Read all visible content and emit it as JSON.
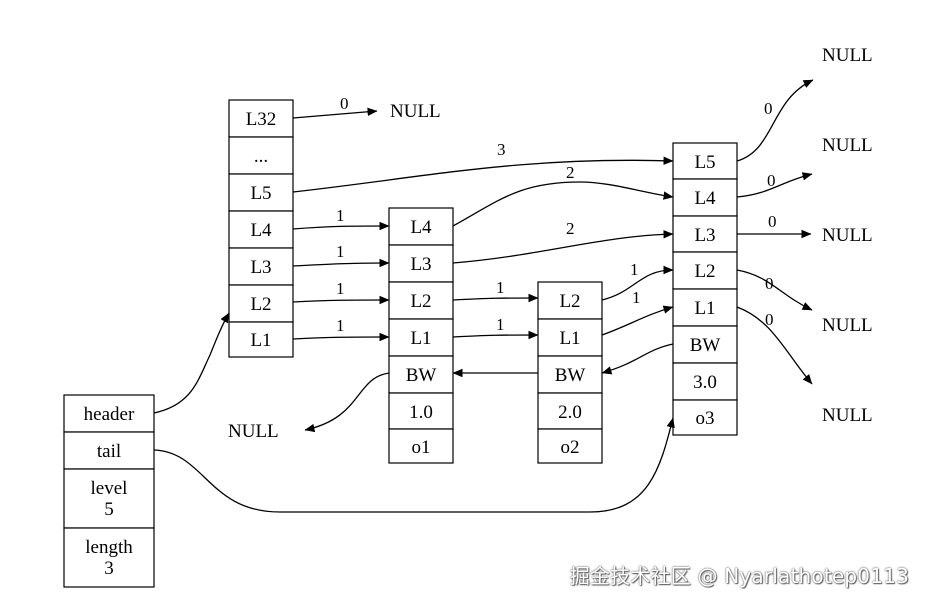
{
  "header_node": {
    "fields": [
      "header",
      "tail",
      "level\n5",
      "length\n3"
    ]
  },
  "head_node": {
    "levels": [
      "L32",
      "...",
      "L5",
      "L4",
      "L3",
      "L2",
      "L1"
    ]
  },
  "nodes": [
    {
      "levels": [
        "L4",
        "L3",
        "L2",
        "L1"
      ],
      "backward": "BW",
      "score": "1.0",
      "obj": "o1"
    },
    {
      "levels": [
        "L2",
        "L1"
      ],
      "backward": "BW",
      "score": "2.0",
      "obj": "o2"
    },
    {
      "levels": [
        "L5",
        "L4",
        "L3",
        "L2",
        "L1"
      ],
      "backward": "BW",
      "score": "3.0",
      "obj": "o3"
    }
  ],
  "null_text": "NULL",
  "span_labels": {
    "head_L32": "0",
    "head_L5": "3",
    "head_L4": "1",
    "head_L3": "1",
    "head_L2": "1",
    "head_L1": "1",
    "n1_L4": "2",
    "n1_L3": "2",
    "n1_L2": "1",
    "n1_L1": "1",
    "n2_L2": "1",
    "n2_L1": "1",
    "n3_L5": "0",
    "n3_L4": "0",
    "n3_L3": "0",
    "n3_L2": "0",
    "n3_L1": "0"
  },
  "watermark": "掘金技术社区 @ Nyarlathotep0113"
}
